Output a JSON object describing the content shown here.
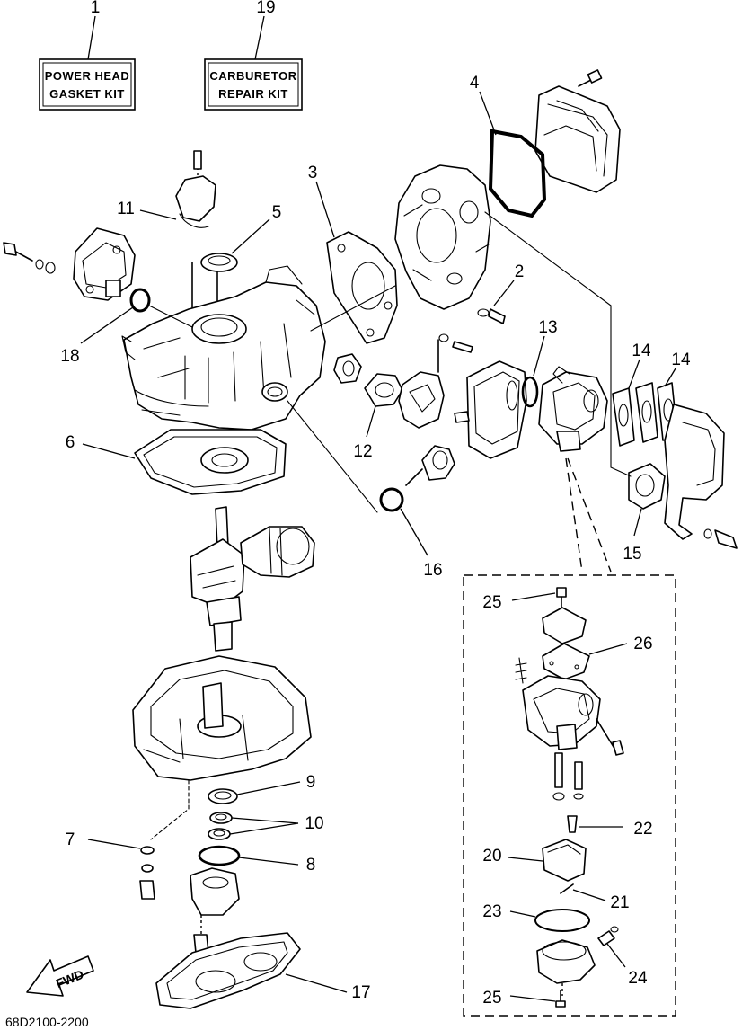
{
  "kits": [
    {
      "number": "1",
      "line1": "POWER HEAD",
      "line2": "GASKET KIT"
    },
    {
      "number": "19",
      "line1": "CARBURETOR",
      "line2": "REPAIR KIT"
    }
  ],
  "callouts": {
    "c2": "2",
    "c3": "3",
    "c4": "4",
    "c5": "5",
    "c6": "6",
    "c7": "7",
    "c8": "8",
    "c9": "9",
    "c10": "10",
    "c11": "11",
    "c12": "12",
    "c13": "13",
    "c14a": "14",
    "c14b": "14",
    "c15": "15",
    "c16": "16",
    "c17": "17",
    "c18": "18",
    "c20": "20",
    "c21": "21",
    "c22": "22",
    "c23": "23",
    "c24": "24",
    "c25a": "25",
    "c25b": "25",
    "c26": "26"
  },
  "fwd_label": "FWD",
  "figure_code": "68D2100-2200"
}
